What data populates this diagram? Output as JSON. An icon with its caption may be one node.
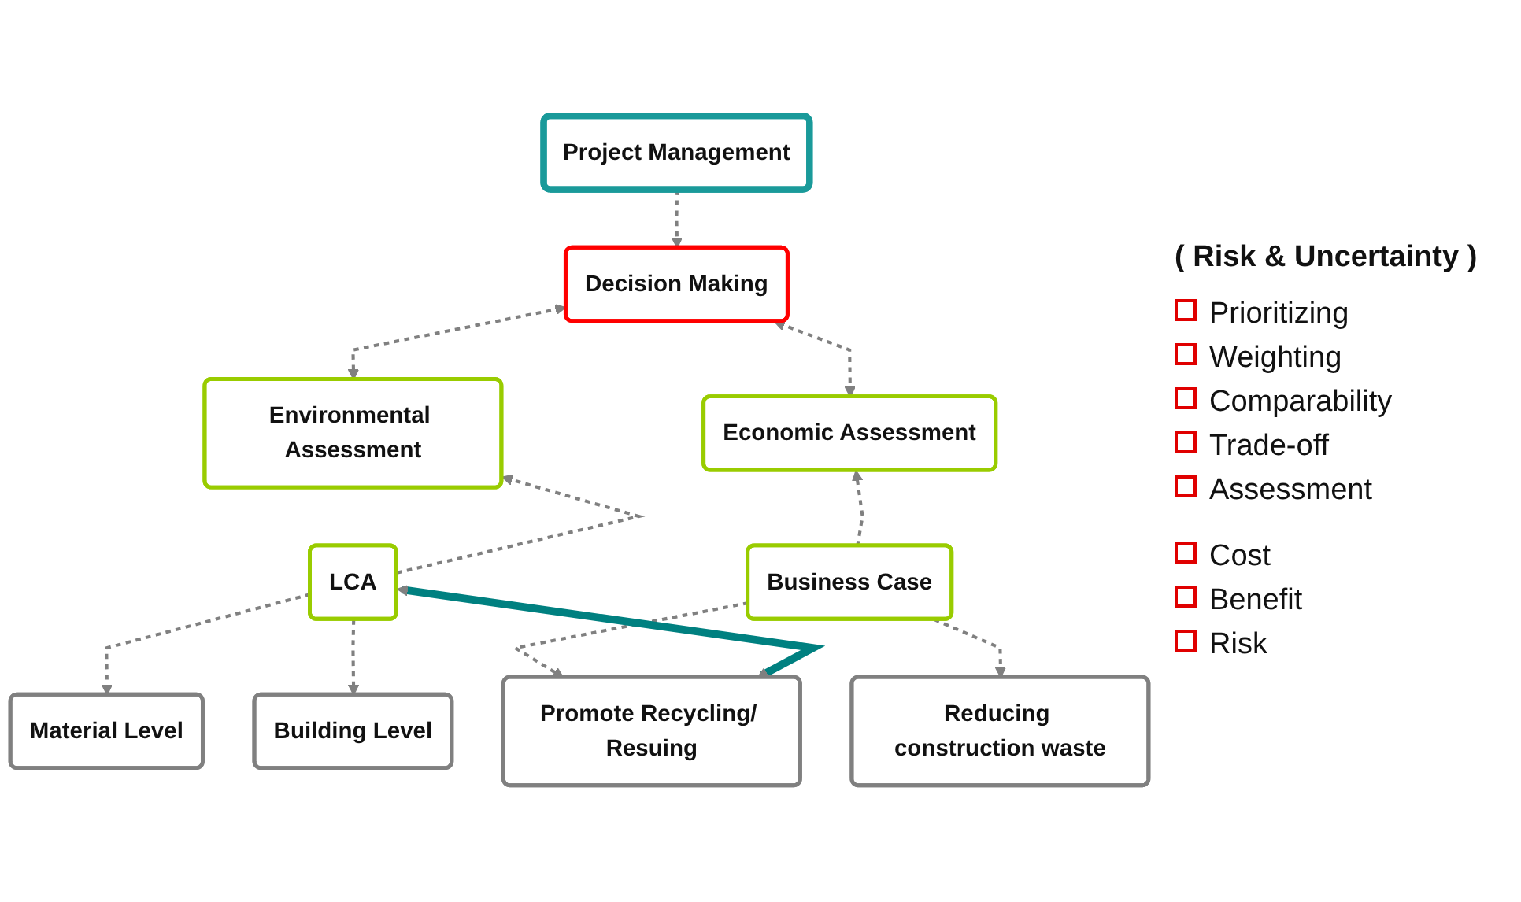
{
  "diagram": {
    "nodes": [
      {
        "text": [
          "Project Management"
        ]
      },
      {
        "text": [
          "Decision Making"
        ]
      },
      {
        "text": [
          "Environmental Assessment"
        ]
      },
      {
        "text": [
          "Economic Assessment"
        ]
      },
      {
        "text": [
          "LCA"
        ]
      },
      {
        "text": [
          "Business Case"
        ]
      },
      {
        "text": [
          "Material Level"
        ]
      },
      {
        "text": [
          "Building Level"
        ]
      },
      {
        "text": [
          "Reducing construction waste"
        ]
      },
      {
        "text": [
          "Promote Recycling/ Resuing"
        ]
      }
    ],
    "edges": [
      {
        "from": 0,
        "to": 1,
        "arrow": "to",
        "style": "dashed"
      },
      {
        "from": 1,
        "to": 2,
        "arrow": "both",
        "style": "dashed"
      },
      {
        "from": 1,
        "to": 3,
        "arrow": "both",
        "style": "dashed"
      },
      {
        "from": 4,
        "to": 2,
        "arrow": "to",
        "style": "dashed"
      },
      {
        "from": 5,
        "to": 3,
        "arrow": "to",
        "style": "dashed"
      },
      {
        "from": 4,
        "to": 6,
        "arrow": "to",
        "style": "dashed"
      },
      {
        "from": 4,
        "to": 7,
        "arrow": "to",
        "style": "dashed"
      },
      {
        "from": 5,
        "to": 8,
        "arrow": "to",
        "style": "dashed"
      },
      {
        "from": 5,
        "to": 9,
        "arrow": "to",
        "style": "dashed"
      },
      {
        "from": 4,
        "to": 9,
        "arrow": "both",
        "style": "thick",
        "color": "#008080"
      }
    ],
    "labels": [
      "( Risk & Uncertainty )",
      "Prioritizing",
      "Weighting",
      "Comparability",
      "Trade-off",
      "Assessment",
      "Cost",
      "Benefit",
      "Risk"
    ]
  }
}
